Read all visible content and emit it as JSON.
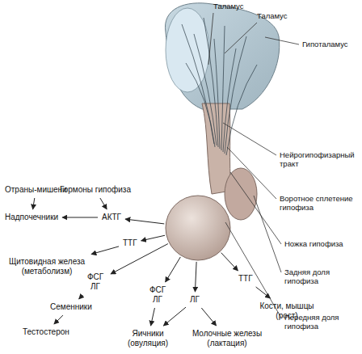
{
  "diagram": {
    "nodes": [
      {
        "text": [
          "Отраны-мишени"
        ]
      },
      {
        "text": [
          "Гормоны гипофиза"
        ]
      },
      {
        "text": [
          "Надпочечники"
        ]
      },
      {
        "text": [
          "АКТГ"
        ]
      },
      {
        "text": [
          "ТТГ"
        ]
      },
      {
        "text": [
          "Щитовидная железа (метаболизм)"
        ]
      },
      {
        "text": [
          "ФСГ ЛГ"
        ]
      },
      {
        "text": [
          "ФСГ ЛГ"
        ]
      },
      {
        "text": [
          "ЛГ"
        ]
      },
      {
        "text": [
          "ТТГ"
        ]
      },
      {
        "text": [
          "Семенники"
        ]
      },
      {
        "text": [
          "Кости, мышцы (рост)"
        ]
      },
      {
        "text": [
          "Тестостерон"
        ]
      },
      {
        "text": [
          "Яичники (овуляция)"
        ]
      },
      {
        "text": [
          "Молочные железы (лактация)"
        ]
      }
    ],
    "edges": [
      {
        "from": 0,
        "to": 2,
        "arrow": "to"
      },
      {
        "from": 1,
        "to": 3,
        "arrow": "to"
      },
      {
        "from": 3,
        "to": 2,
        "arrow": "to"
      },
      {
        "from": 4,
        "to": 5,
        "arrow": "to"
      },
      {
        "from": 6,
        "to": 10,
        "arrow": "to"
      },
      {
        "from": 10,
        "to": 12,
        "arrow": "to"
      },
      {
        "from": 7,
        "to": 13,
        "arrow": "to"
      },
      {
        "from": 8,
        "to": 13,
        "arrow": "to"
      },
      {
        "from": 8,
        "to": 14,
        "arrow": "to"
      },
      {
        "from": 9,
        "to": 11,
        "arrow": "to"
      }
    ],
    "labels": [
      "Таламус",
      "Таламус",
      "Гипоталамус",
      "Нейрогипофизарный тракт",
      "Воротное сплетение гипофиза",
      "Ножка гипофиза",
      "Задняя доля гипофиза",
      "Передняя доля гипофиза"
    ]
  }
}
